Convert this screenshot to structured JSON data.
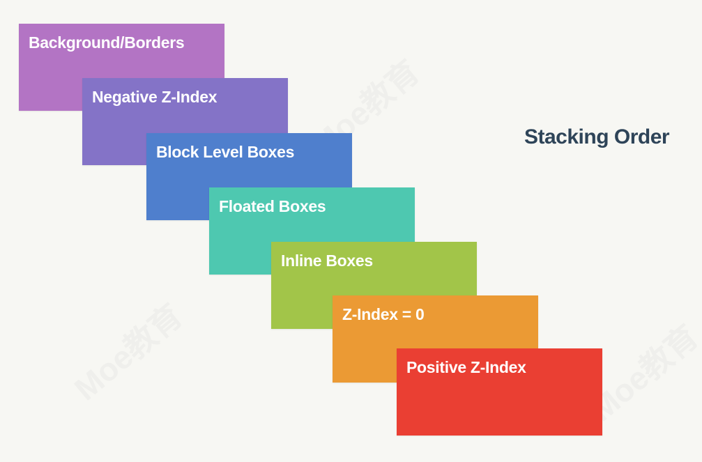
{
  "title": "Stacking Order",
  "layers": [
    {
      "label": "Background/Borders",
      "color": "#b374c4"
    },
    {
      "label": "Negative Z-Index",
      "color": "#8473c7"
    },
    {
      "label": "Block Level Boxes",
      "color": "#4f7fcd"
    },
    {
      "label": "Floated Boxes",
      "color": "#4ec8b0"
    },
    {
      "label": "Inline Boxes",
      "color": "#a2c549"
    },
    {
      "label": "Z-Index = 0",
      "color": "#eb9a34"
    },
    {
      "label": "Positive Z-Index",
      "color": "#ea3f33"
    }
  ],
  "watermark": "Moe教育"
}
